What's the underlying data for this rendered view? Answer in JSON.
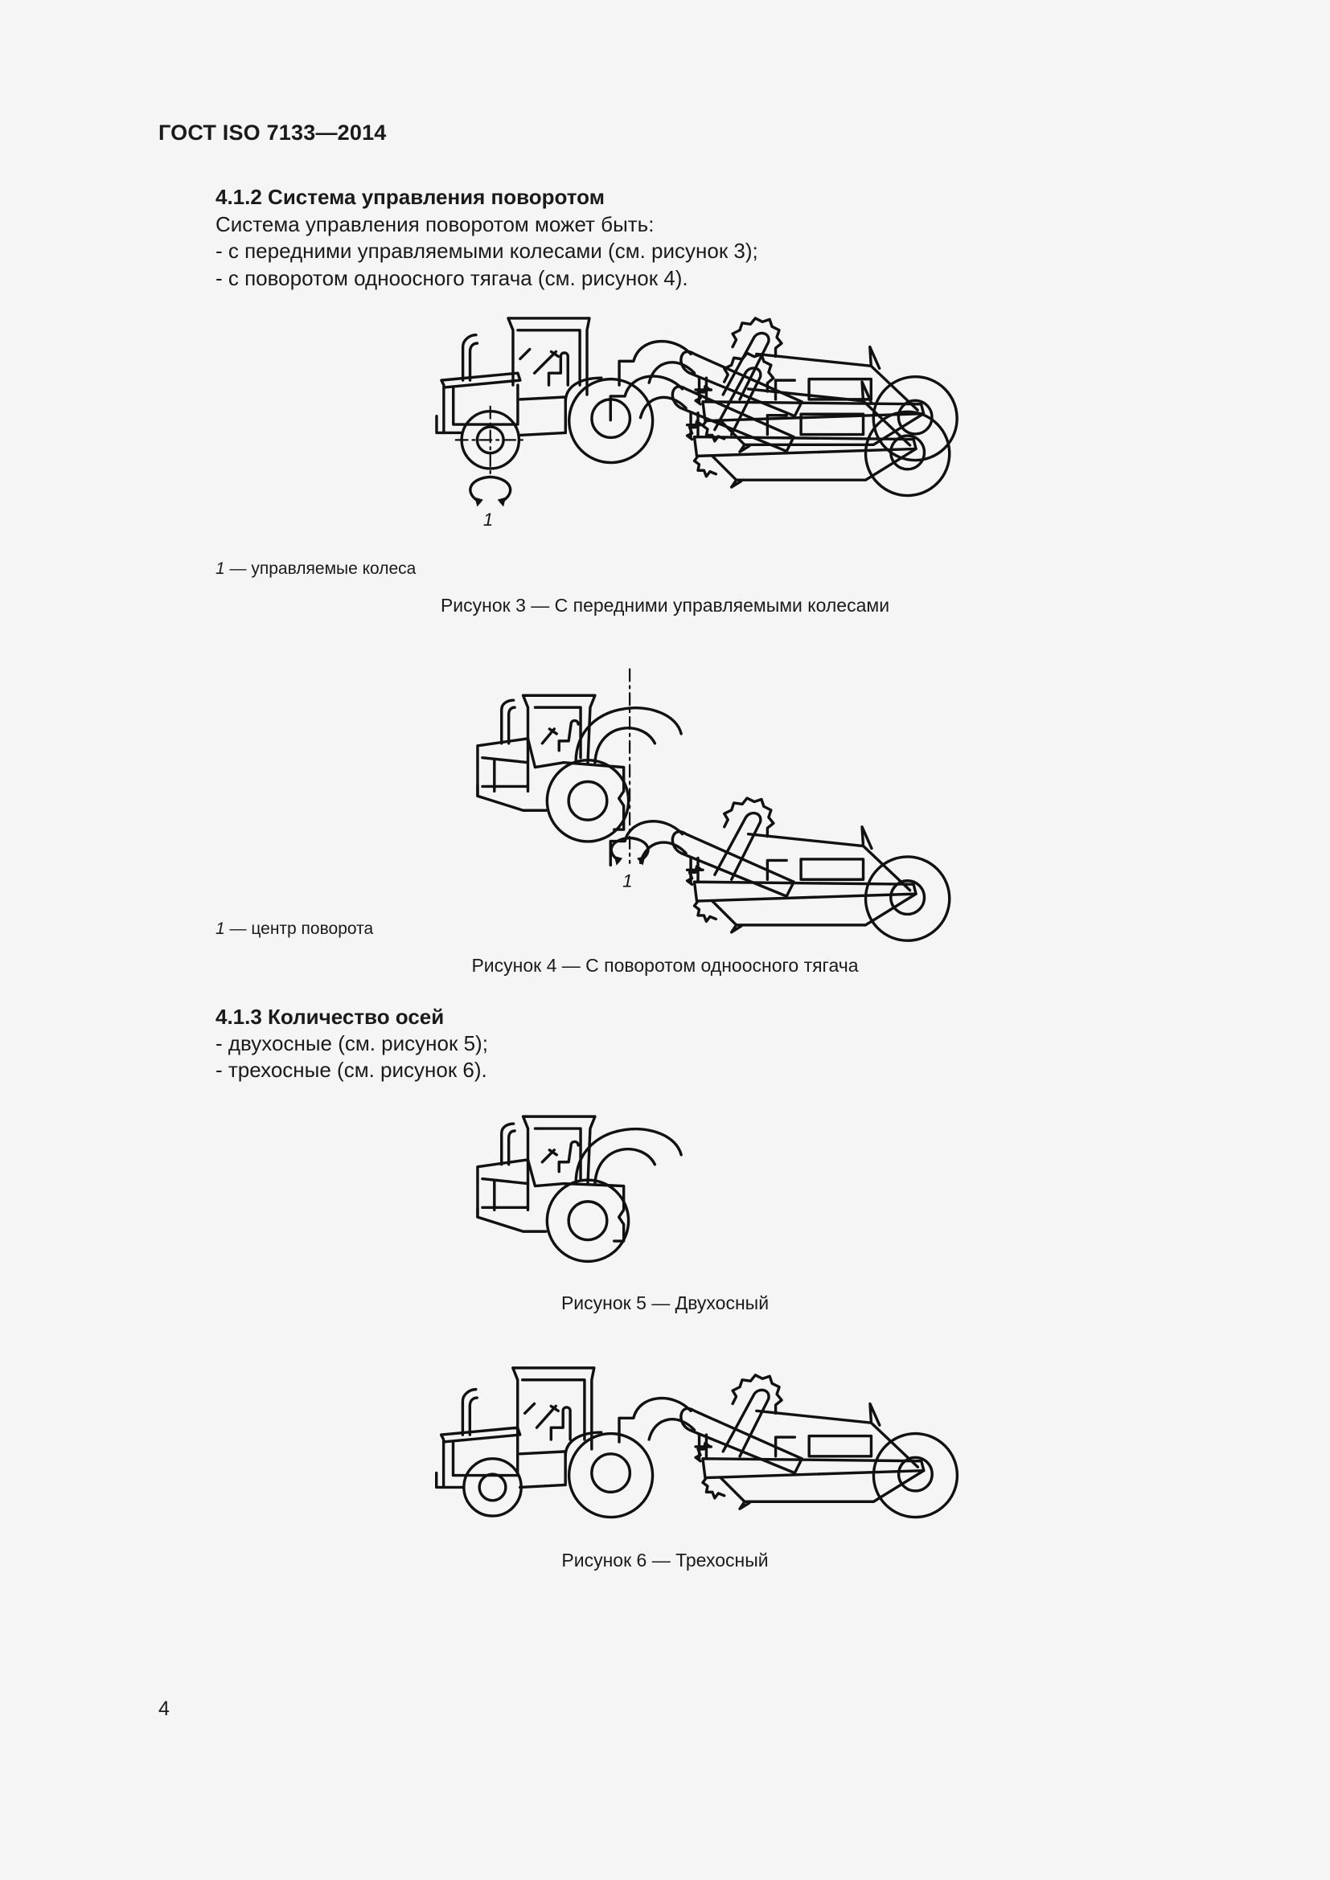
{
  "header": {
    "doc_code": "ГОСТ ISO 7133—2014"
  },
  "section_4_1_2": {
    "heading": "4.1.2 Система управления поворотом",
    "intro": "Система управления поворотом может быть:",
    "items": [
      "- с передними управляемыми колесами (см. рисунок 3);",
      "- с поворотом одноосного тягача (см. рисунок 4)."
    ]
  },
  "figure_3": {
    "marker": "1",
    "legend_num": "1",
    "legend_text": " — управляемые колеса",
    "caption": "Рисунок 3 — С передними управляемыми колесами"
  },
  "figure_4": {
    "marker": "1",
    "legend_num": "1",
    "legend_text": " — центр поворота",
    "caption": "Рисунок 4 — С поворотом одноосного тягача"
  },
  "section_4_1_3": {
    "heading": "4.1.3 Количество осей",
    "items": [
      "- двухосные (см. рисунок 5);",
      "- трехосные (см. рисунок 6)."
    ]
  },
  "figure_5": {
    "caption": "Рисунок 5 — Двухосный"
  },
  "figure_6": {
    "caption": "Рисунок 6 — Трехосный"
  },
  "footer": {
    "page_number": "4"
  }
}
